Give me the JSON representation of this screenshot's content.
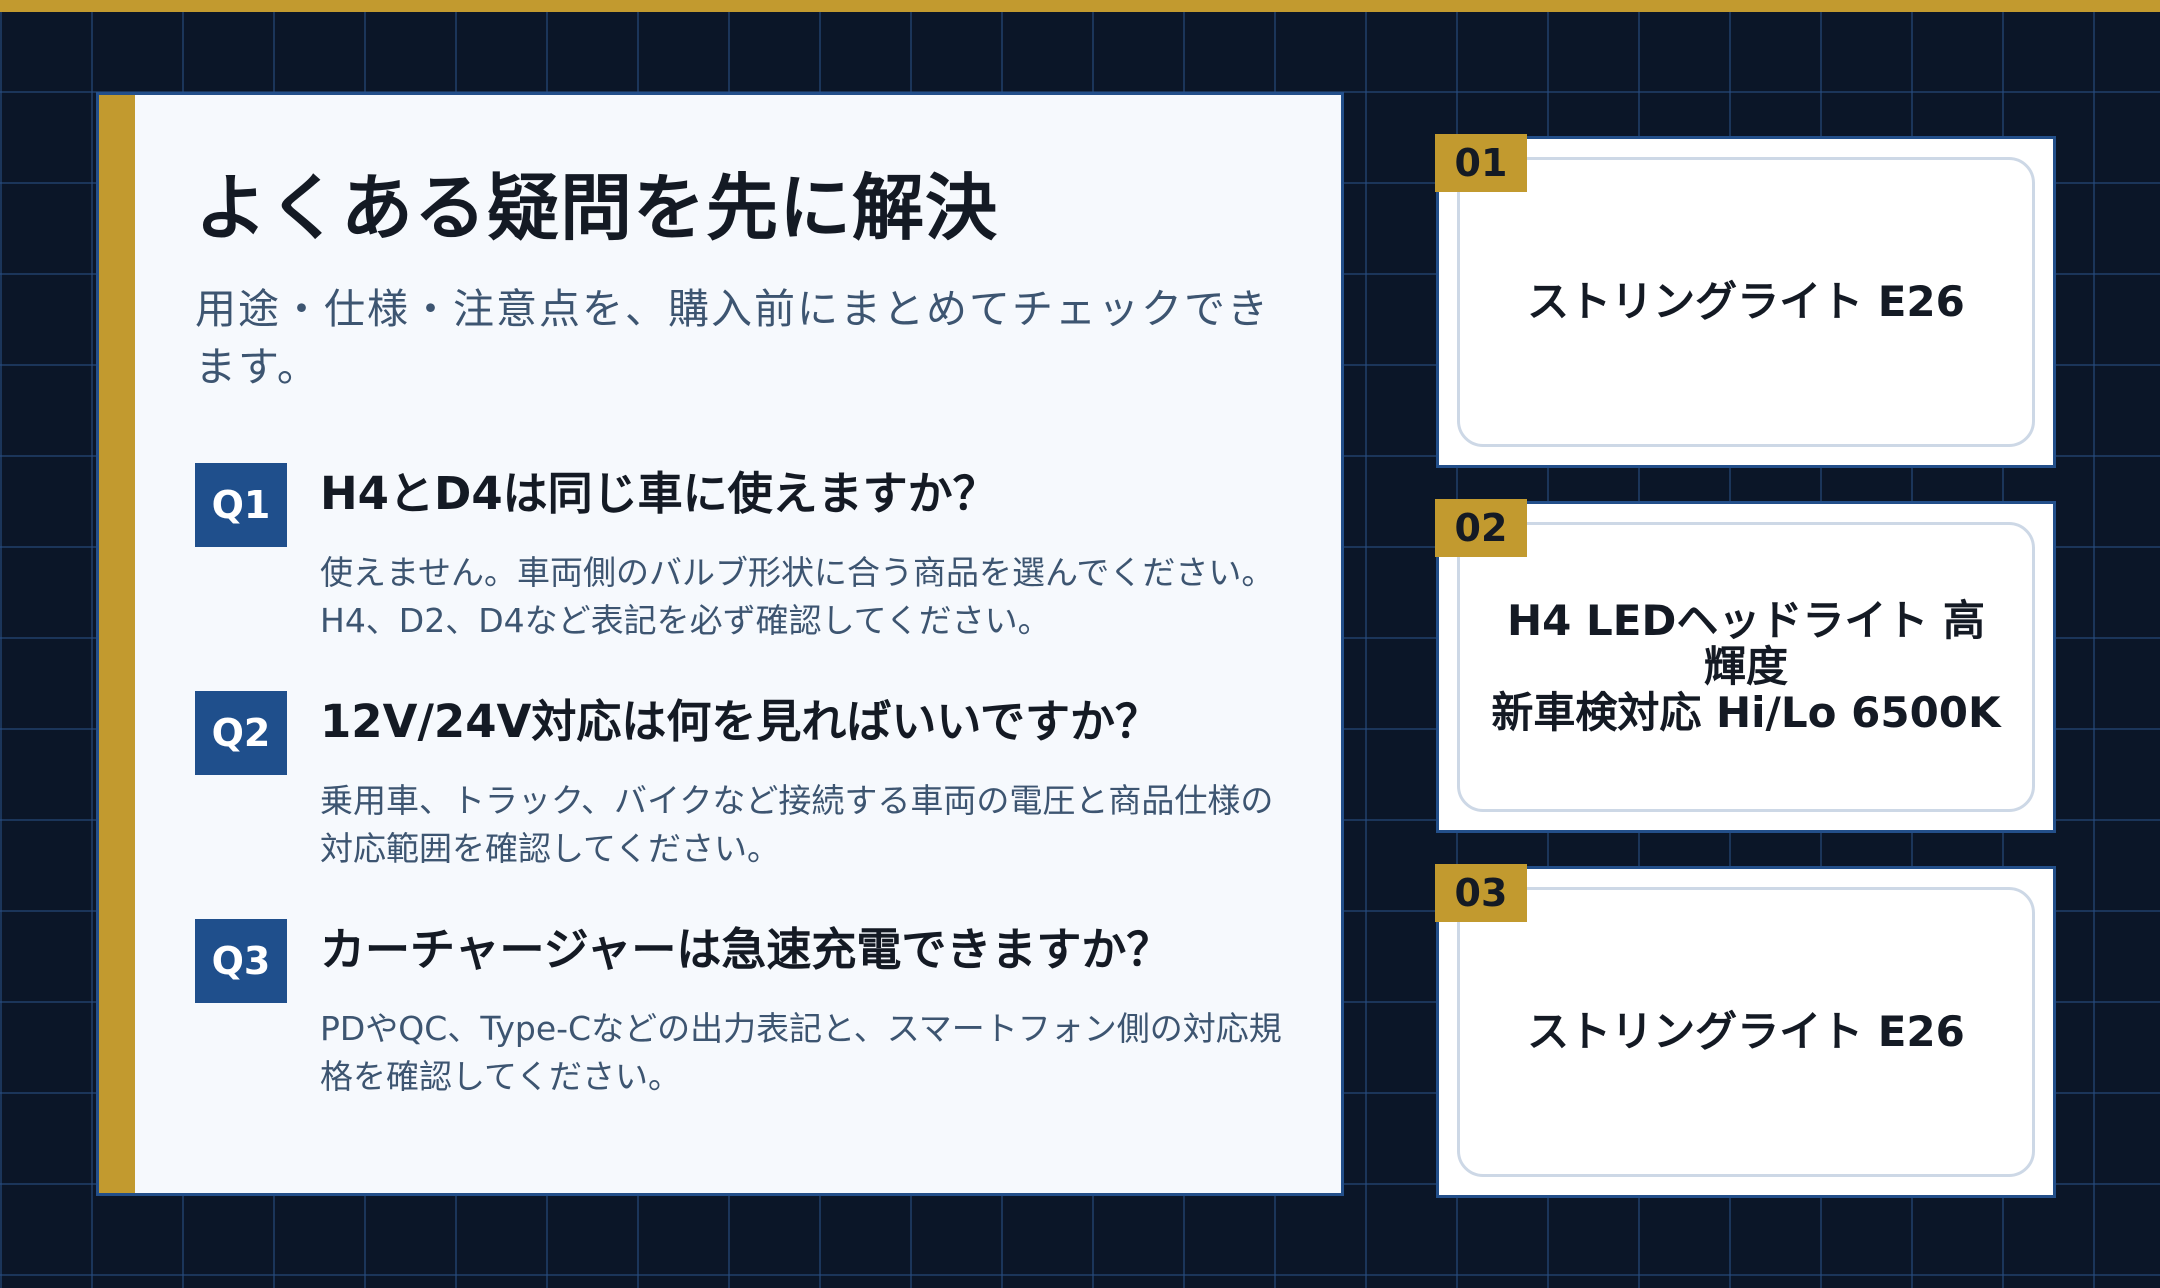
{
  "faq": {
    "title": "よくある疑問を先に解決",
    "subtitle": "用途・仕様・注意点を、購入前にまとめてチェックできます。",
    "items": [
      {
        "badge": "Q1",
        "question": "H4とD4は同じ車に使えますか？",
        "answer": "使えません。車両側のバルブ形状に合う商品を選んでください。H4、D2、D4など表記を必ず確認してください。"
      },
      {
        "badge": "Q2",
        "question": "12V/24V対応は何を見ればいいですか？",
        "answer": "乗用車、トラック、バイクなど接続する車両の電圧と商品仕様の対応範囲を確認してください。"
      },
      {
        "badge": "Q3",
        "question": "カーチャージャーは急速充電できますか？",
        "answer": "PDやQC、Type-Cなどの出力表記と、スマートフォン側の対応規格を確認してください。"
      }
    ]
  },
  "products": [
    {
      "number": "01",
      "title": "ストリングライト E26"
    },
    {
      "number": "02",
      "title": "H4 LEDヘッドライト 高輝度\n新車検対応 Hi/Lo 6500K"
    },
    {
      "number": "03",
      "title": "ストリングライト E26"
    }
  ],
  "colors": {
    "background": "#0b1628",
    "accent_gold": "#c29a2f",
    "badge_blue": "#1f4f8c",
    "panel": "#f6f9fd"
  }
}
